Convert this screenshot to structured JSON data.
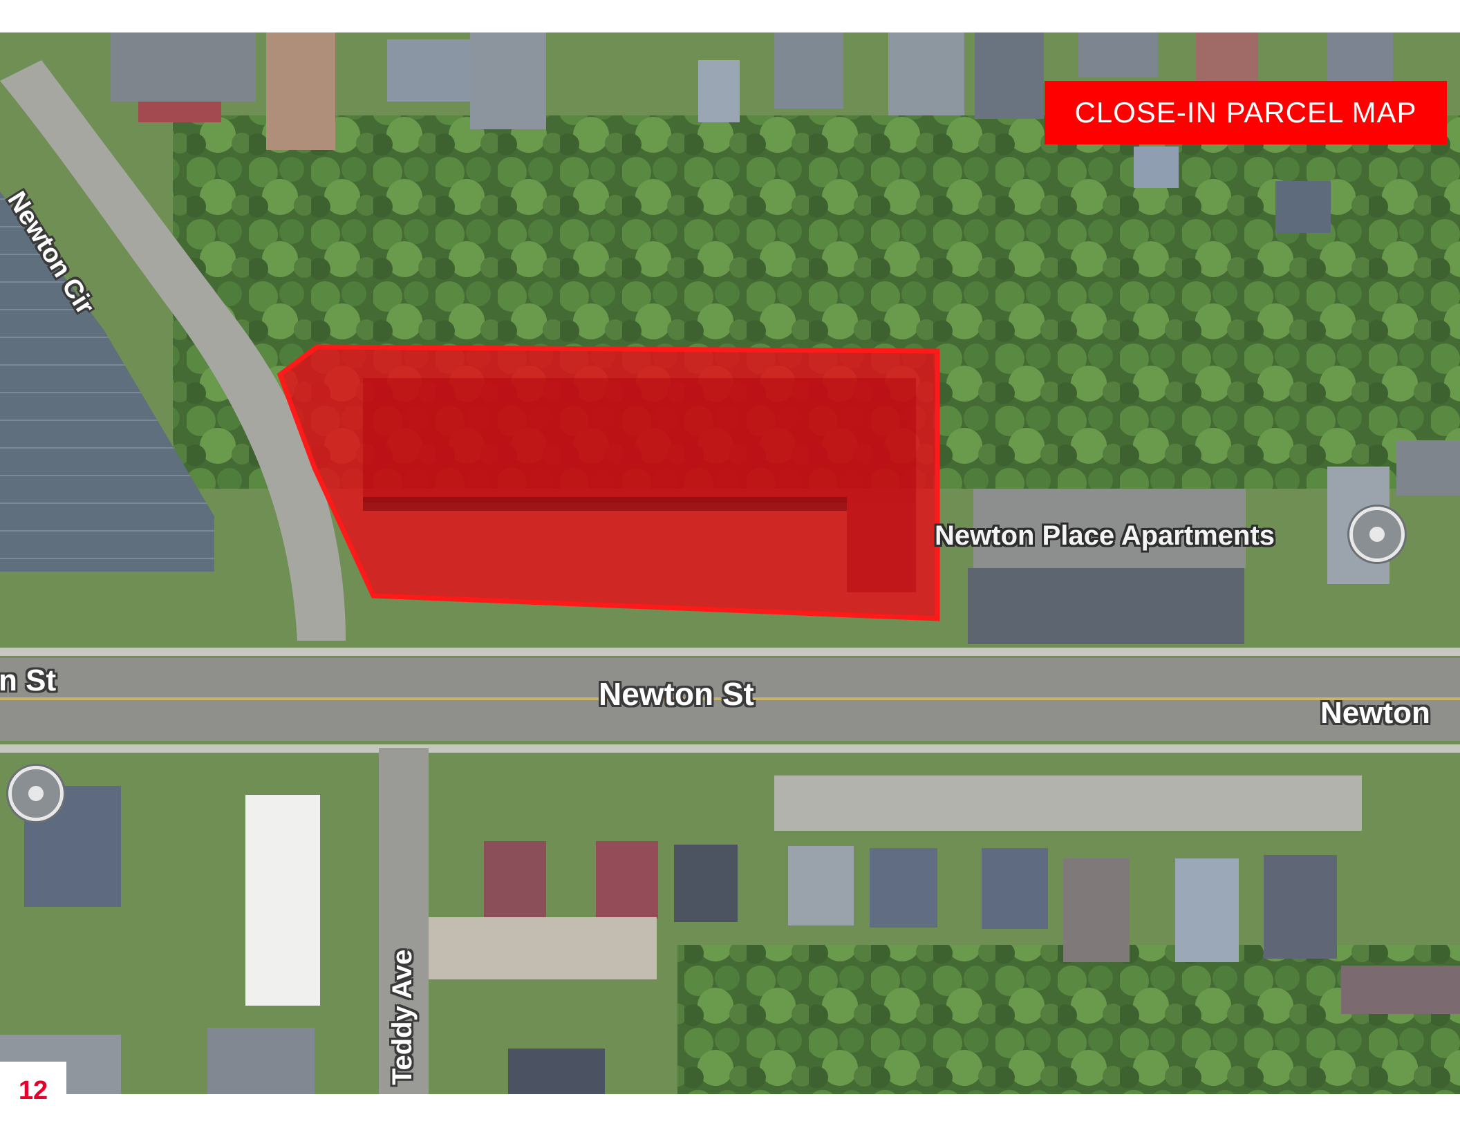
{
  "header": {
    "title_badge": "CLOSE-IN PARCEL MAP",
    "badge_color": "#ff0000"
  },
  "footer": {
    "page_number": "12",
    "page_number_color": "#e4002b"
  },
  "map": {
    "view": "satellite",
    "streets": [
      {
        "label": "n St"
      },
      {
        "label": "Newton St"
      },
      {
        "label": "Newton"
      },
      {
        "label": "Newton Cir"
      },
      {
        "label": "Teddy Ave"
      }
    ],
    "places": [
      {
        "label": "Newton Place Apartments",
        "icon": "place-pin-icon"
      }
    ],
    "pins": [
      {
        "icon": "place-pin-icon"
      },
      {
        "icon": "place-pin-icon"
      }
    ],
    "parcel_highlight_color": "#ff0000"
  }
}
